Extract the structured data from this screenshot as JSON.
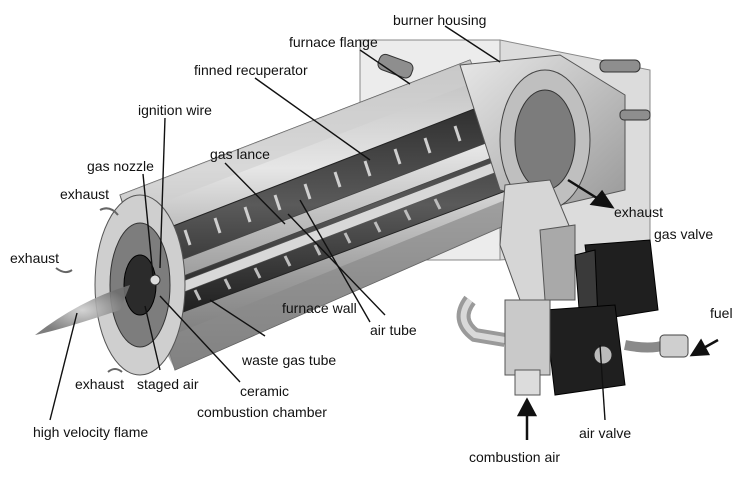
{
  "labels": {
    "burner_housing": "burner housing",
    "furnace_flange": "furnace flange",
    "finned_recuperator": "finned recuperator",
    "ignition_wire": "ignition wire",
    "gas_lance": "gas lance",
    "gas_nozzle": "gas nozzle",
    "exhaust_upper_left": "exhaust",
    "exhaust_left": "exhaust",
    "exhaust_lower": "exhaust",
    "exhaust_right": "exhaust",
    "gas_valve": "gas valve",
    "fuel": "fuel",
    "furnace_wall": "furnace wall",
    "air_tube": "air tube",
    "waste_gas_tube": "waste gas tube",
    "staged_air": "staged air",
    "ceramic_line1": "ceramic",
    "ceramic_line2": "combustion chamber",
    "high_velocity_flame": "high velocity flame",
    "air_valve": "air valve",
    "combustion_air": "combustion air"
  },
  "colors": {
    "ink": "#111111",
    "body_light": "#d9d9d9",
    "body_mid": "#a8a8a8",
    "body_dark": "#3a3a3a",
    "flame": "#9a9a9a"
  }
}
